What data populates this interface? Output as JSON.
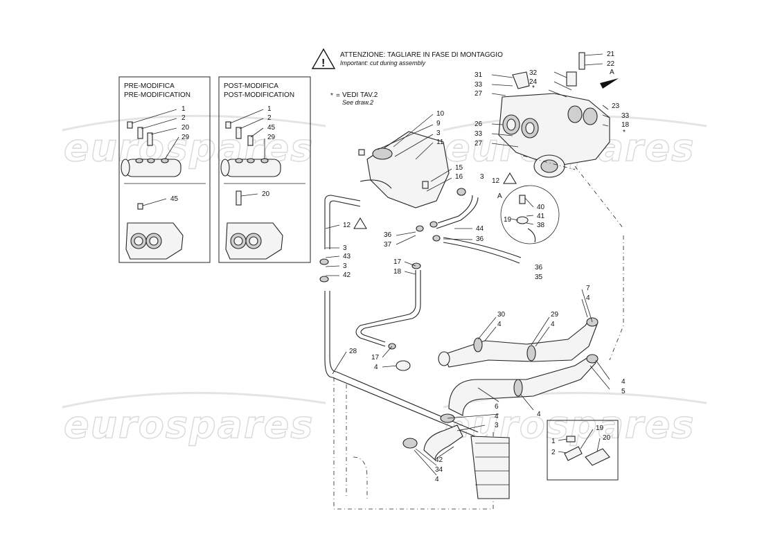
{
  "warning": {
    "title": "ATTENZIONE: TAGLIARE IN FASE DI MONTAGGIO",
    "subtitle": "Important: cut during assembly"
  },
  "see_note": {
    "star": "*",
    "eq": "=",
    "title": "VEDI TAV.2",
    "subtitle": "See draw.2"
  },
  "pre_box": {
    "title": "PRE-MODIFICA",
    "subtitle": "PRE-MODIFICATION"
  },
  "post_box": {
    "title": "POST-MODIFICA",
    "subtitle": "POST-MODIFICATION"
  },
  "view_marker": "A",
  "watermark": "eurospares",
  "callouts": {
    "pre": [
      "1",
      "2",
      "20",
      "29",
      "45"
    ],
    "post": [
      "1",
      "2",
      "45",
      "29",
      "20"
    ],
    "tank": [
      "10",
      "9",
      "3",
      "11",
      "15",
      "16",
      "3",
      "12"
    ],
    "thermostat": [
      "21",
      "22",
      "32",
      "24",
      "23",
      "33",
      "18",
      "31",
      "33",
      "27",
      "26",
      "33",
      "27"
    ],
    "detail_a": [
      "40",
      "41",
      "19",
      "38",
      "36",
      "35"
    ],
    "hoses_left": [
      "12",
      "36",
      "37",
      "44",
      "36",
      "3",
      "43",
      "3",
      "42",
      "17",
      "18",
      "17",
      "4",
      "28"
    ],
    "hoses_right": [
      "7",
      "4",
      "30",
      "4",
      "29",
      "4",
      "6",
      "4",
      "5",
      "4",
      "4",
      "3",
      "42",
      "34",
      "4"
    ],
    "sensor_detail": [
      "19",
      "20",
      "1",
      "2"
    ]
  }
}
